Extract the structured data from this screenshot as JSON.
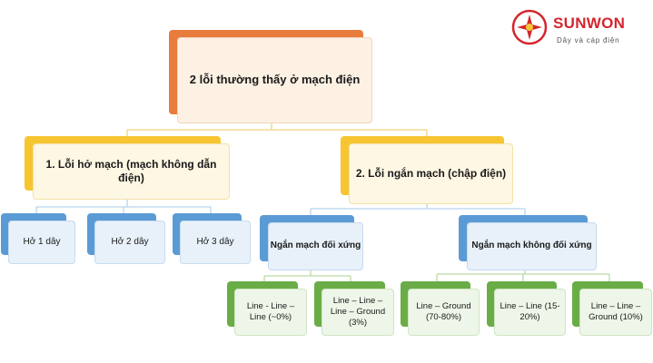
{
  "brand": {
    "name": "SUNWON",
    "tagline": "Dây và cáp điện",
    "color": "#d4262e"
  },
  "root": {
    "label": "2 lỗi thường thấy ở mạch điện"
  },
  "branches": [
    {
      "label": "1. Lỗi hở mạch (mạch không dẫn điện)",
      "children": [
        "Hở 1 dây",
        "Hở 2 dây",
        "Hở 3 dây"
      ]
    },
    {
      "label": "2. Lỗi ngắn mạch (chập điện)",
      "groups": [
        {
          "label": "Ngắn mạch đối xứng",
          "children": [
            "Line - Line – Line (~0%)",
            "Line – Line – Line – Ground (3%)"
          ]
        },
        {
          "label": "Ngắn mạch không đối xứng",
          "children": [
            "Line – Ground (70-80%)",
            "Line – Line (15-20%)",
            "Line – Line – Ground (10%)"
          ]
        }
      ]
    }
  ],
  "colors": {
    "root": "#e87c3c",
    "branch": "#f7c531",
    "group": "#5b9bd5",
    "leaf": "#6aad47",
    "connector": "#f2d27a"
  }
}
